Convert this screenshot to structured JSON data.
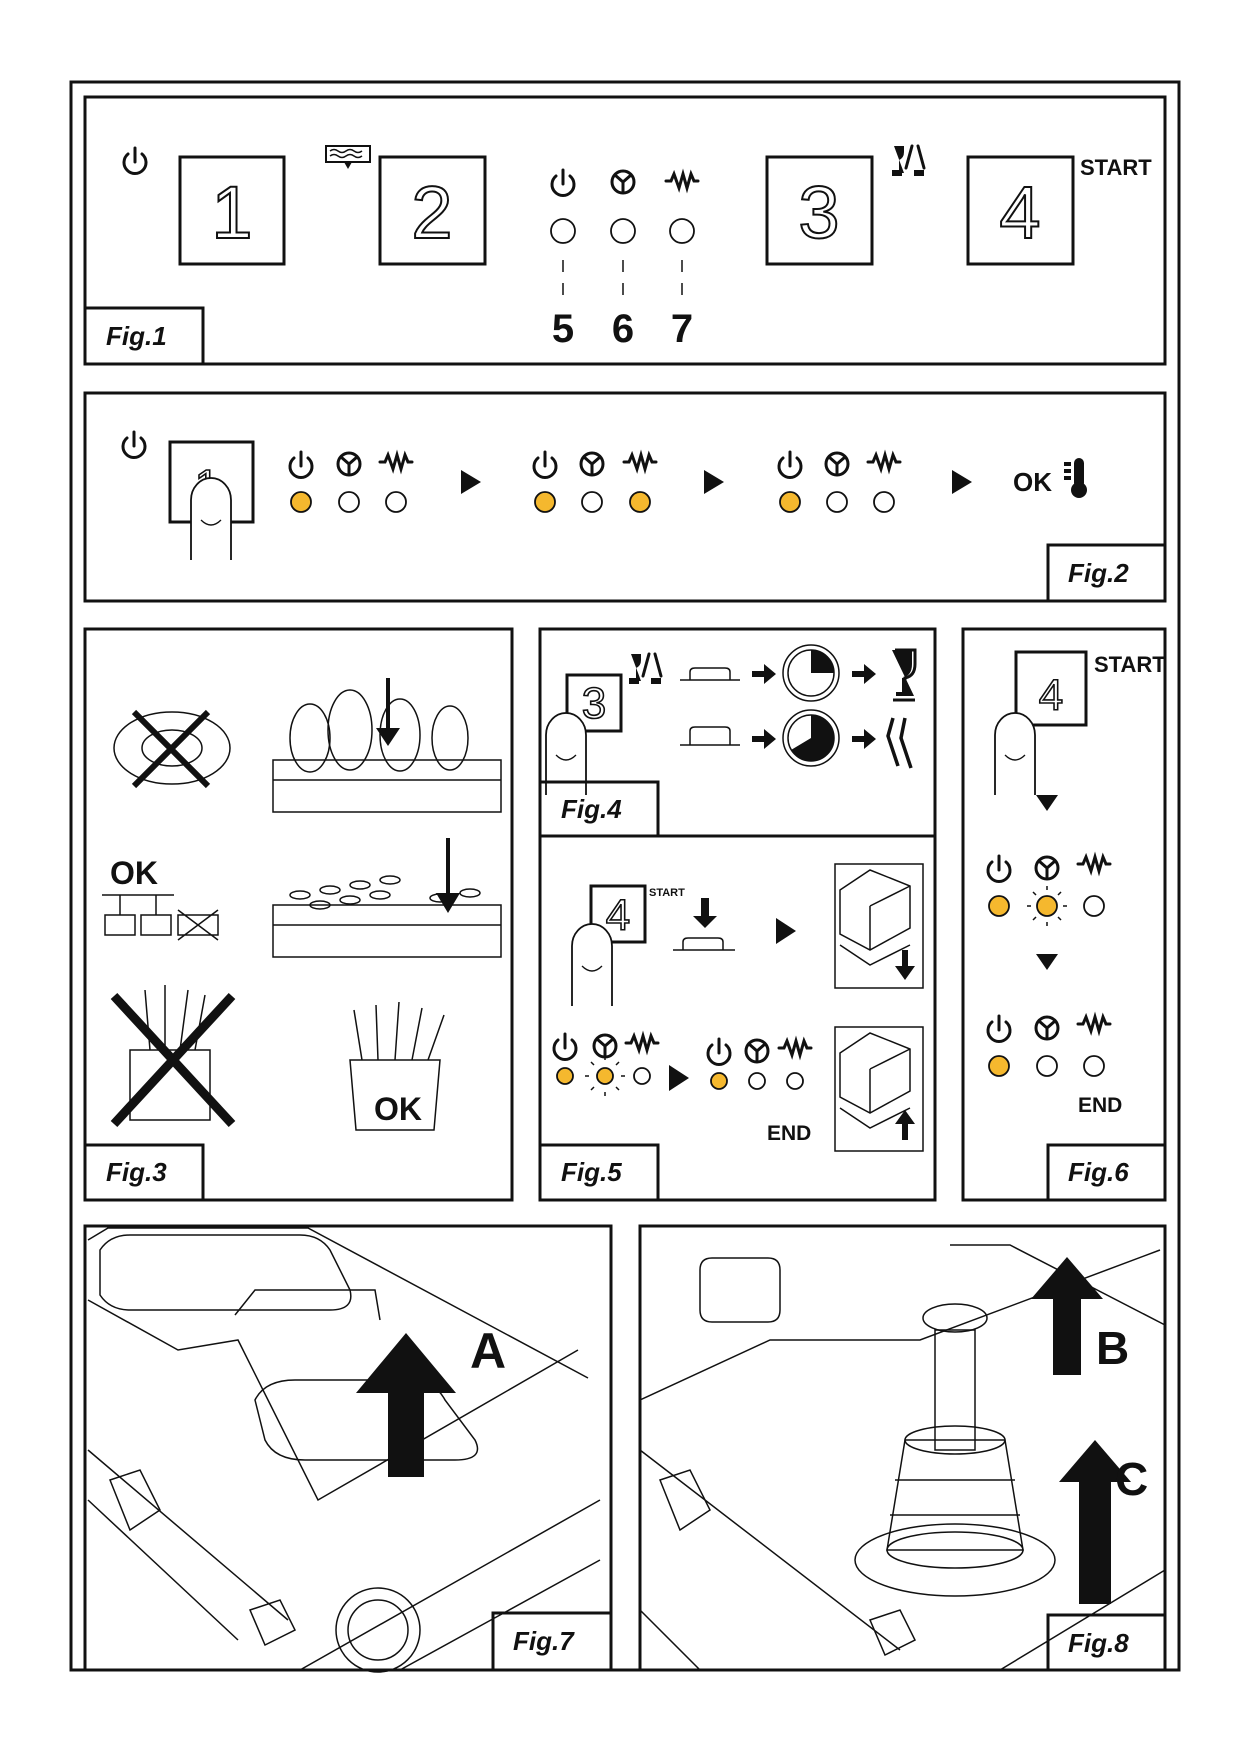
{
  "colors": {
    "led_on": "#f5b82e",
    "line": "#111111"
  },
  "fig1": {
    "label": "Fig.1",
    "keys": [
      "1",
      "2",
      "3",
      "4"
    ],
    "start_label": "START",
    "indicator_numbers": [
      "5",
      "6",
      "7"
    ]
  },
  "fig2": {
    "label": "Fig.2",
    "key": "1",
    "sequence": [
      {
        "power": "on",
        "rinse": "off",
        "heater": "off"
      },
      {
        "power": "on",
        "rinse": "off",
        "heater": "on"
      },
      {
        "power": "on",
        "rinse": "off",
        "heater": "off"
      }
    ],
    "result": "OK"
  },
  "fig3": {
    "label": "Fig.3",
    "ok_glasses": "OK",
    "ok_cutlery": "OK"
  },
  "fig4": {
    "label": "Fig.4",
    "key": "3"
  },
  "fig5": {
    "label": "Fig.5",
    "key": "4",
    "start_label": "START",
    "end_label": "END"
  },
  "fig6": {
    "label": "Fig.6",
    "key": "4",
    "start_label": "START",
    "end_label": "END"
  },
  "fig7": {
    "label": "Fig.7",
    "arrow_letter": "A"
  },
  "fig8": {
    "label": "Fig.8",
    "arrow_letters": [
      "B",
      "C"
    ]
  }
}
